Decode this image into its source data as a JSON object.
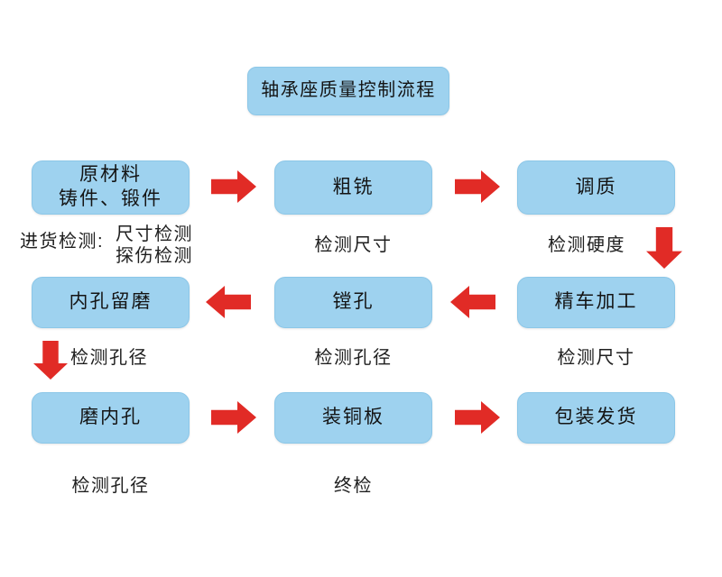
{
  "diagram": {
    "title": "轴承座质量控制流程",
    "background_color": "#ffffff",
    "node_color": "#9ed2ef",
    "arrow_color": "#e12b26",
    "text_color": "#141414"
  },
  "nodes": {
    "title": "轴承座质量控制流程",
    "raw_material": "原材料\n铸件、锻件",
    "rough_milling": "粗铣",
    "quench_temper": "调质",
    "bore_reserve_grind": "内孔留磨",
    "boring": "镗孔",
    "finish_turning": "精车加工",
    "grind_inner_hole": "磨内孔",
    "install_copper_plate": "装铜板",
    "packaging_delivery": "包装发货"
  },
  "captions": {
    "incoming_inspection_label": "进货检测:",
    "incoming_inspection_items": "尺寸检测\n探伤检测",
    "check_dimension_row1": "检测尺寸",
    "check_hardness": "检测硬度",
    "check_bore_diameter_left_row2": "检测孔径",
    "check_bore_diameter_mid_row2": "检测孔径",
    "check_dimension_row2_right": "检测尺寸",
    "check_bore_diameter_row3": "检测孔径",
    "final_inspection": "终检"
  },
  "arrows": {
    "row1_a": "arrow-right",
    "row1_b": "arrow-right",
    "col3_down": "arrow-down",
    "row2_a": "arrow-left",
    "row2_b": "arrow-left",
    "col1_down": "arrow-down",
    "row3_a": "arrow-right",
    "row3_b": "arrow-right"
  },
  "flow_sequence": [
    "原材料 铸件、锻件",
    "粗铣",
    "调质",
    "精车加工",
    "镗孔",
    "内孔留磨",
    "磨内孔",
    "装铜板",
    "包装发货"
  ]
}
